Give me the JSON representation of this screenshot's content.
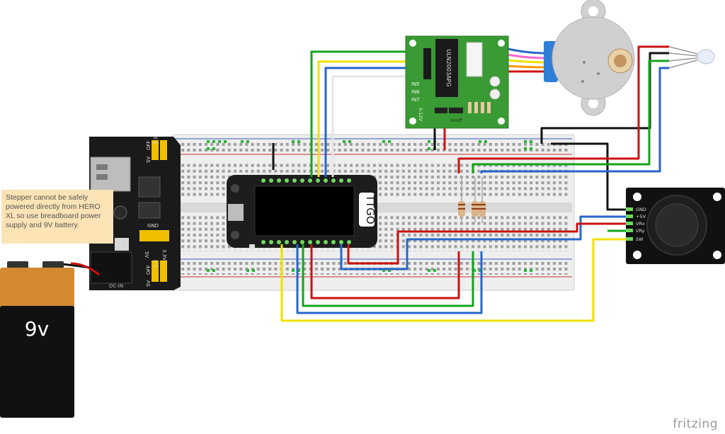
{
  "note": {
    "text": "Stepper cannot be safely powered directly from HERO XL so use breadboard power supply and 9V battery."
  },
  "battery": {
    "label": "9v"
  },
  "board": {
    "label": "TTGO"
  },
  "driver": {
    "chip_label": "ULN2003APG",
    "pins": [
      "IN5",
      "IN6",
      "IN7"
    ],
    "power_label": "5-12V",
    "switch_label": "onoff"
  },
  "power_supply": {
    "top_labels": [
      "5V",
      "OFF",
      "3.3"
    ],
    "bottom_labels": [
      "5V",
      "OFF",
      "3.3"
    ],
    "gnd_label": "GND",
    "side_labels": [
      "5V",
      "3.3V"
    ],
    "dc_label": "DC-IN"
  },
  "joystick": {
    "pins": [
      "GND",
      "+5V",
      "VRx",
      "VRy",
      "SW"
    ]
  },
  "footer": {
    "brand": "fritzing"
  },
  "colors": {
    "red": "#cc1111",
    "blue": "#2866c8",
    "green": "#13a41d",
    "yellow": "#f0e000",
    "black": "#111111",
    "white": "#e6e6e6",
    "driver_pcb": "#3a9a34",
    "breadboard": "#eeeeee",
    "stepper": "#d0d0d0",
    "battery_orange": "#d38a31"
  }
}
